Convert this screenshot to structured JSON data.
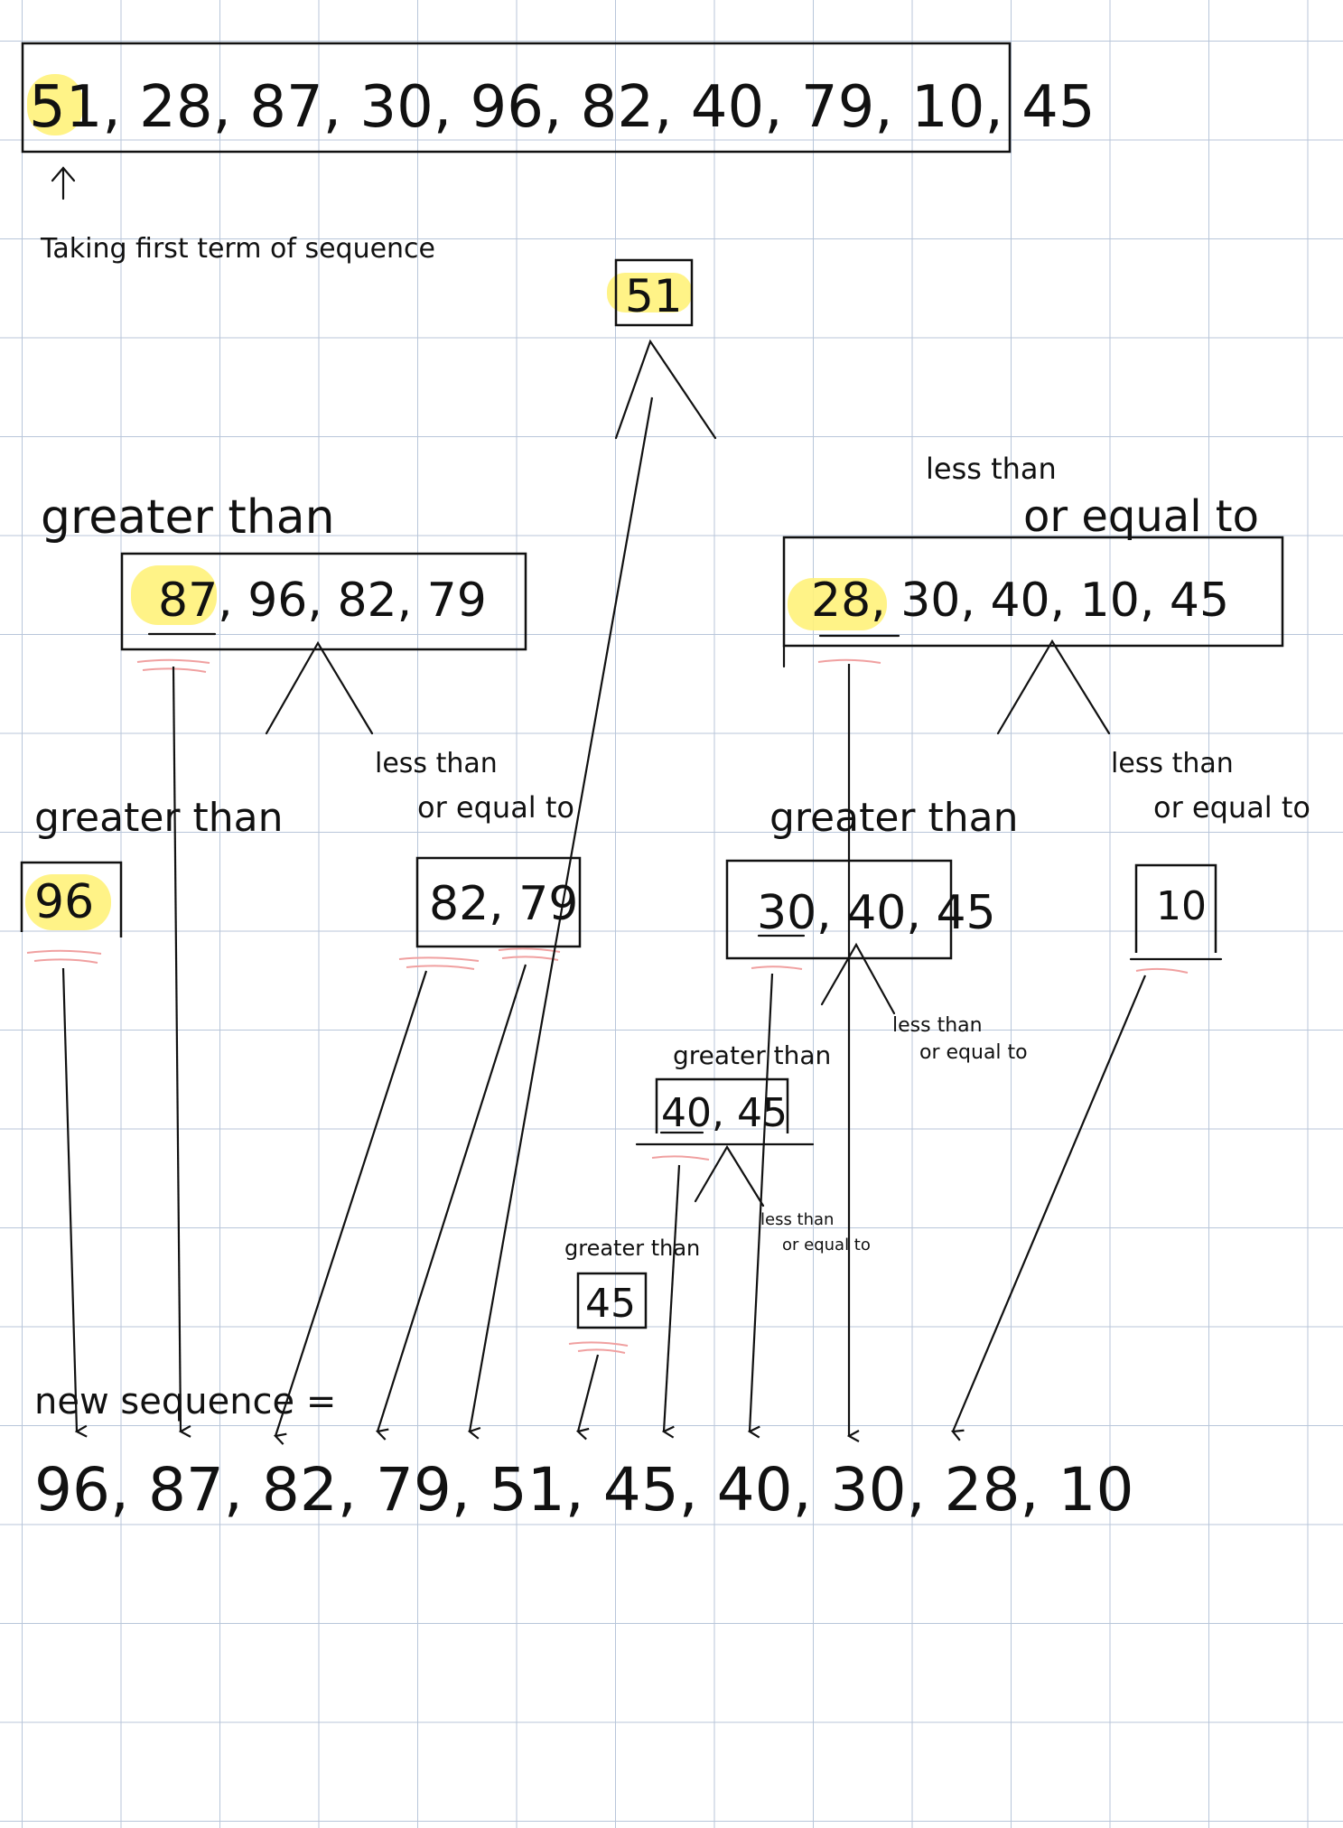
{
  "initial_sequence": "51, 28, 87, 30, 96, 82, 40, 79, 10, 45",
  "first_term_note": "Taking first term of sequence",
  "pivot_1": "51",
  "branch_greater": "greater than",
  "branch_less_l1": "less than",
  "branch_less_l2": "or equal to",
  "group_greater": "87, 96, 82, 79",
  "group_less": "28, 30, 40, 10, 45",
  "node_96": "96",
  "node_82_79": "82, 79",
  "node_30_40_45": "30, 40, 45",
  "node_10": "10",
  "node_40_45": "40, 45",
  "node_45": "45",
  "result_label": "new sequence =",
  "result_sequence": "96, 87, 82, 79, 51, 45, 40, 30, 28, 10",
  "colors": {
    "highlight": "#fff27a",
    "ink": "#111111",
    "underline": "#f0a0a0",
    "grid": "#b8c6da"
  }
}
